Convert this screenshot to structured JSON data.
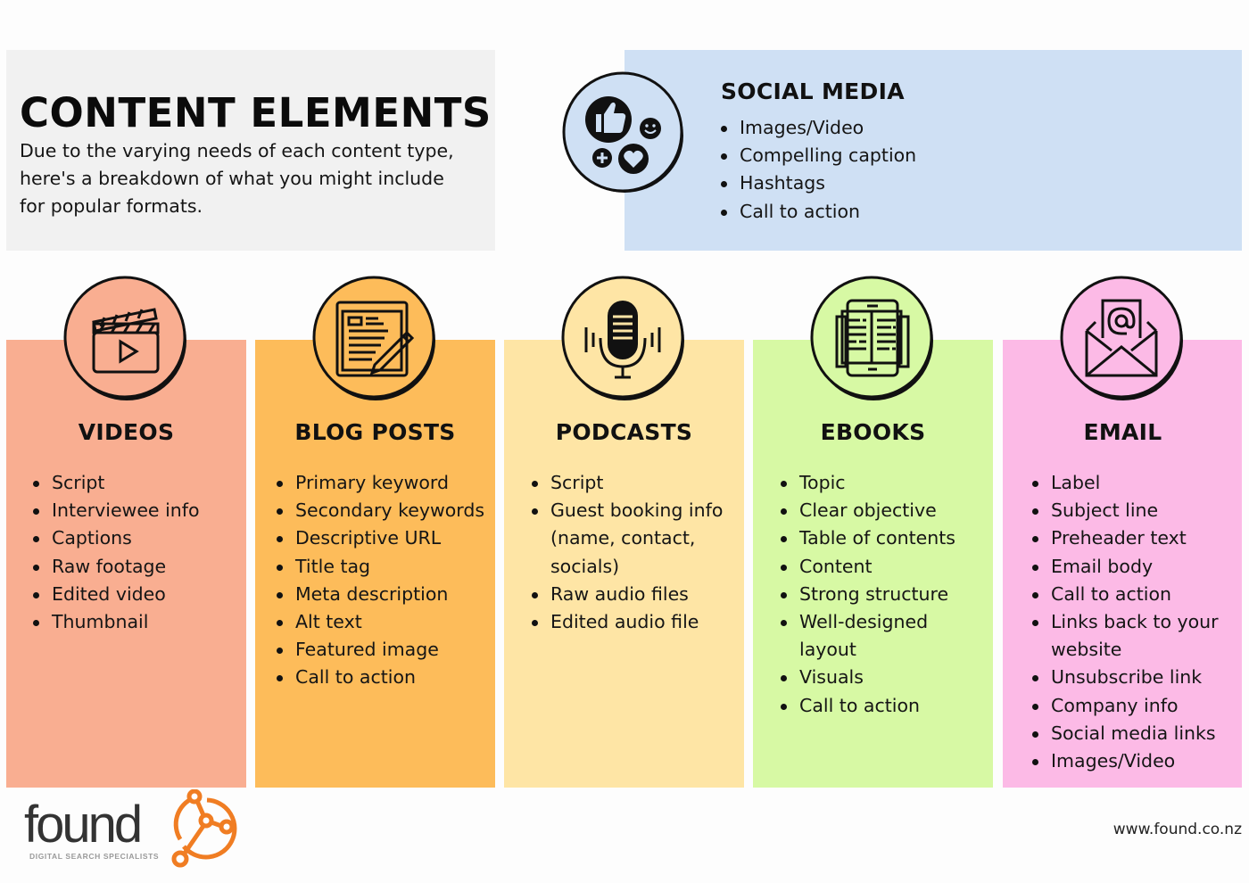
{
  "header": {
    "title": "CONTENT ELEMENTS",
    "description": "Due to the varying needs of each content type, here's a breakdown of what you might include for popular formats.",
    "background": "#f1f1f1"
  },
  "social_media": {
    "title": "SOCIAL MEDIA",
    "icon": "social-reactions-icon",
    "background": "#cfe0f4",
    "items": [
      "Images/Video",
      "Compelling caption",
      "Hashtags",
      "Call to action"
    ]
  },
  "panels": [
    {
      "title": "VIDEOS",
      "icon": "clapperboard-icon",
      "color": "#f9ae91",
      "items": [
        "Script",
        "Interviewee info",
        "Captions",
        "Raw footage",
        "Edited video",
        "Thumbnail"
      ]
    },
    {
      "title": "BLOG POSTS",
      "icon": "article-pencil-icon",
      "color": "#fdbc5a",
      "items": [
        "Primary keyword",
        "Secondary keywords",
        "Descriptive URL",
        "Title tag",
        "Meta description",
        "Alt text",
        "Featured image",
        "Call to action"
      ]
    },
    {
      "title": "PODCASTS",
      "icon": "microphone-icon",
      "color": "#fee5a5",
      "items": [
        "Script",
        "Guest booking info",
        "(name, contact,",
        "socials)",
        "Raw audio files",
        "Edited audio file"
      ]
    },
    {
      "title": "EBOOKS",
      "icon": "ebook-tablet-icon",
      "color": "#d7f9a4",
      "items": [
        "Topic",
        "Clear objective",
        "Table of contents",
        "Content",
        "Strong structure",
        "Well-designed",
        "layout",
        "Visuals",
        "Call to action"
      ]
    },
    {
      "title": "EMAIL",
      "icon": "envelope-at-icon",
      "color": "#fcbae6",
      "items": [
        "Label",
        "Subject line",
        "Preheader text",
        "Email body",
        "Call to action",
        "Links back to your",
        "website",
        "Unsubscribe link",
        "Company info",
        "Social media links",
        "Images/Video"
      ]
    }
  ],
  "footer": {
    "logo_word": "found",
    "logo_tagline": "DIGITAL SEARCH SPECIALISTS",
    "logo_accent": "#f07d23",
    "url": "www.found.co.nz"
  }
}
